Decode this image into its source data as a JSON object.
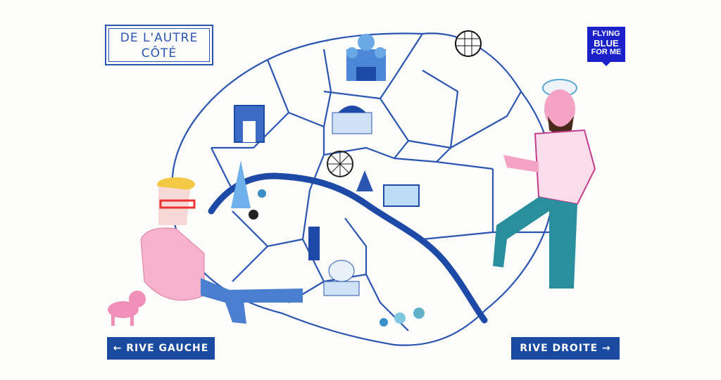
{
  "title": {
    "line1": "DE L'AUTRE",
    "line2": "CÔTÉ"
  },
  "logo": {
    "line1": "FLYING",
    "line2": "BLUE",
    "line3": "FOR ME"
  },
  "nav": {
    "left": {
      "arrow": "←",
      "label": "RIVE GAUCHE"
    },
    "right": {
      "label": "RIVE DROITE",
      "arrow": "→"
    }
  },
  "colors": {
    "line": "#2a55b0",
    "river": "#1d4aa6",
    "label_bg": "#1a4aa0",
    "logo_bg": "#1b21c8",
    "pink": "#f0a4c4",
    "teal": "#2a8f9c",
    "yellow": "#f3c842"
  }
}
